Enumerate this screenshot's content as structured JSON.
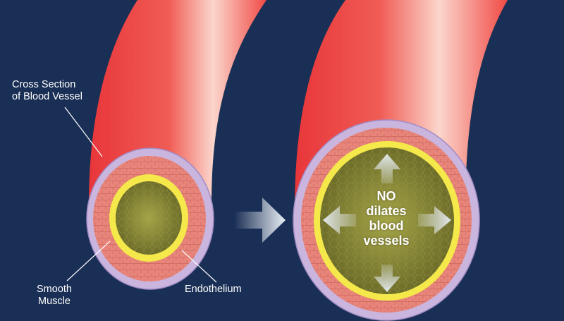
{
  "labels": {
    "cross_section": [
      "Cross Section",
      "of Blood Vessel"
    ],
    "smooth_muscle": [
      "Smooth",
      "Muscle"
    ],
    "endothelium": "Endothelium",
    "dilation_text": [
      "NO",
      "dilates",
      "blood",
      "vessels"
    ]
  },
  "colors": {
    "background": "#1a2f55",
    "vessel_outer": "#f04a45",
    "vessel_highlight": "#fbd3c8",
    "adventitia": "#c9b5de",
    "smooth_muscle": "#e8857a",
    "endothelium": "#f4e84a",
    "lumen": "#8a8a3a",
    "arrow": "#e8eef4"
  },
  "icons": {
    "transition": "right-arrow-icon",
    "dilation_arrows": [
      "up-arrow-icon",
      "left-arrow-icon",
      "right-arrow-icon",
      "down-arrow-icon"
    ]
  }
}
